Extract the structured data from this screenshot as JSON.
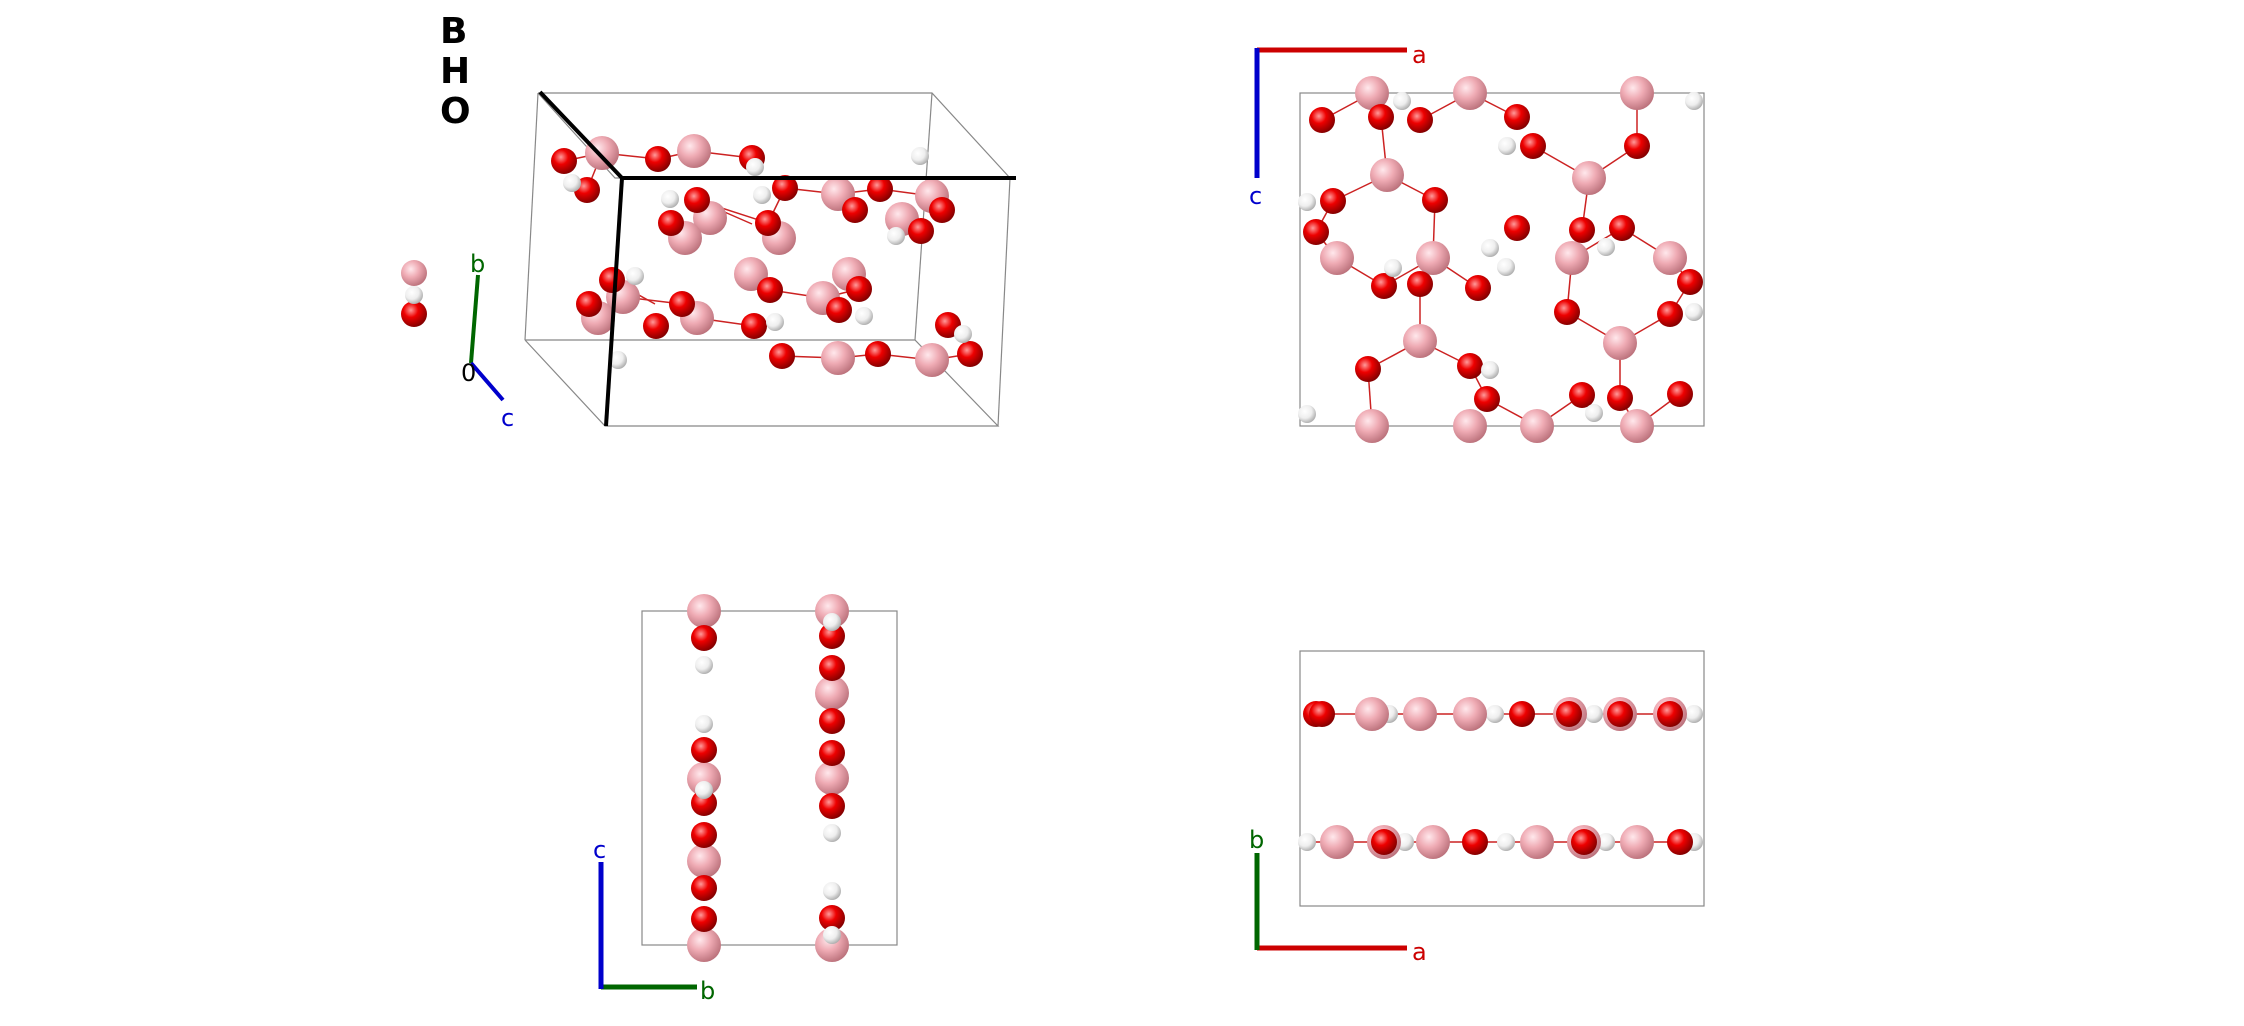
{
  "legend": {
    "elements": [
      "B",
      "H",
      "O"
    ]
  },
  "views": {
    "perspective": {
      "axes": {
        "a": "",
        "b": "b",
        "c": "c",
        "origin": "0"
      }
    },
    "view_ac": {
      "axes": {
        "a": "a",
        "c": "c"
      }
    },
    "view_bc": {
      "axes": {
        "b": "b",
        "c": "c"
      }
    },
    "view_ab": {
      "axes": {
        "a": "a",
        "b": "b"
      }
    }
  },
  "colors": {
    "boron": "#f0a8b0",
    "oxygen": "#e00000",
    "hydrogen": "#f2f2f2",
    "axis_a": "#cc0000",
    "axis_b": "#006600",
    "axis_c": "#0000cc",
    "cell": "#808080"
  }
}
